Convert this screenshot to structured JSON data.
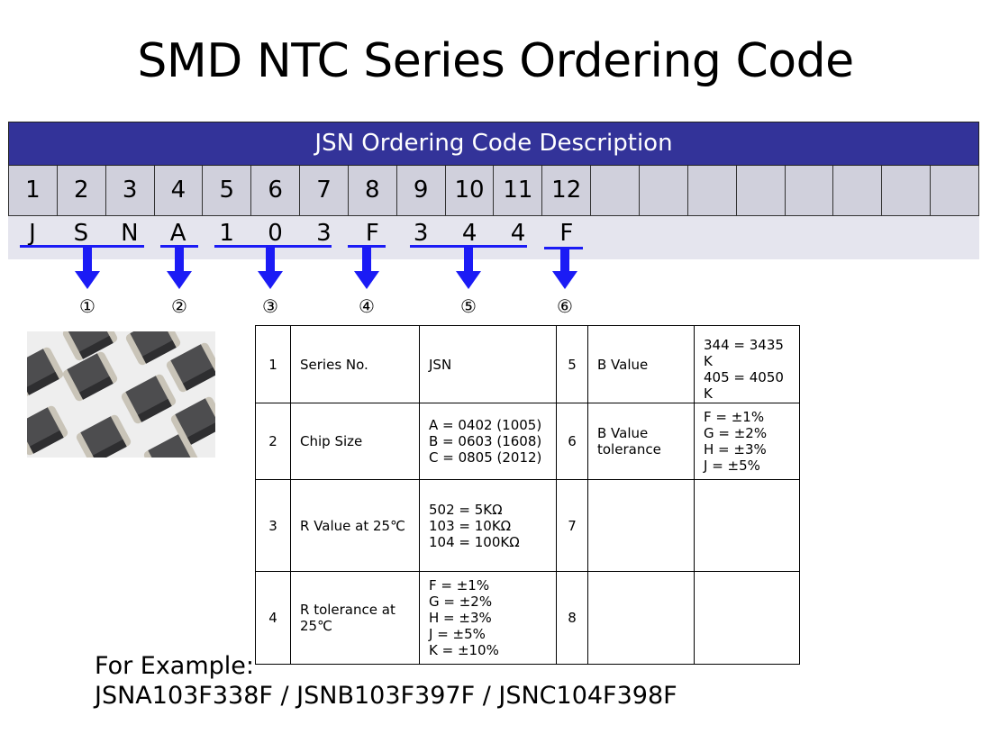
{
  "title": "SMD NTC Series Ordering Code",
  "header": "JSN  Ordering Code Description",
  "positions": [
    "1",
    "2",
    "3",
    "4",
    "5",
    "6",
    "7",
    "8",
    "9",
    "10",
    "11",
    "12",
    "",
    "",
    "",
    "",
    "",
    "",
    "",
    ""
  ],
  "code_letters": [
    "J",
    "S",
    "N",
    "A",
    "1",
    "0",
    "3",
    "F",
    "3",
    "4",
    "4",
    "F"
  ],
  "group_markers": [
    "①",
    "②",
    "③",
    "④",
    "⑤",
    "⑥"
  ],
  "arrow_color": "#1b1bf5",
  "header_color": "#333399",
  "table": {
    "rows": [
      {
        "left_no": "1",
        "left_label": "Series No.",
        "left_values": [
          "JSN"
        ],
        "right_no": "5",
        "right_label": "B Value",
        "right_values": [
          "344 = 3435 K",
          "405 = 4050 K"
        ]
      },
      {
        "left_no": "2",
        "left_label": "Chip Size",
        "left_values": [
          "A = 0402 (1005)",
          "B = 0603 (1608)",
          "C = 0805 (2012)"
        ],
        "right_no": "6",
        "right_label": "B  Value tolerance",
        "right_values": [
          "F  = ±1%",
          "G  = ±2%",
          "H  = ±3%",
          "J    = ±5%"
        ]
      },
      {
        "left_no": "3",
        "left_label": "R Value at 25℃",
        "left_values": [
          "502 = 5KΩ",
          "103 = 10KΩ",
          "104 = 100KΩ"
        ],
        "right_no": "7",
        "right_label": "",
        "right_values": []
      },
      {
        "left_no": "4",
        "left_label": "R tolerance at 25℃",
        "left_values": [
          "F  = ±1%",
          "G = ±2%",
          "H = ±3%",
          "J   = ±5%",
          "K  = ±10%"
        ],
        "right_no": "8",
        "right_label": "",
        "right_values": []
      }
    ]
  },
  "example": {
    "label": "For Example:",
    "codes": "JSNA103F338F / JSNB103F397F / JSNC104F398F"
  }
}
